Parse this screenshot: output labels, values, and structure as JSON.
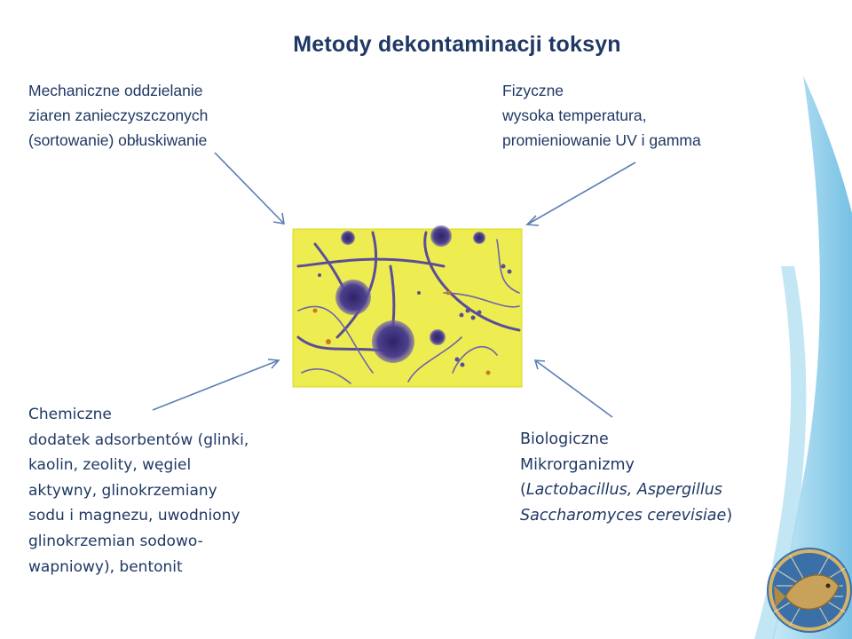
{
  "title": "Metody dekontaminacji toksyn",
  "mechanical": {
    "line1": "Mechaniczne oddzielanie",
    "line2": "ziaren zanieczyszczonych",
    "line3": "(sortowanie) obłuskiwanie"
  },
  "physical": {
    "heading": "Fizyczne",
    "line1": "wysoka temperatura,",
    "line2": "promieniowanie UV i gamma"
  },
  "chemical": {
    "heading": "Chemiczne",
    "line1": "dodatek adsorbentów (glinki,",
    "line2": "kaolin, zeolity, węgiel",
    "line3": "aktywny, glinokrzemiany",
    "line4": "sodu i magnezu, uwodniony",
    "line5": "glinokrzemian sodowo-",
    "line6": "wapniowy), bentonit"
  },
  "biological": {
    "heading": "Biologiczne",
    "line1": "Mikrorganizmy",
    "line2_open": "(",
    "line2_italic": "Lactobacillus, Aspergillus",
    "line3_italic": "Saccharomyces cerevisiae",
    "line3_close": ")"
  },
  "colors": {
    "text": "#1f3864",
    "arrow": "#5b7fb5",
    "micro_bg": "#ecec45",
    "fungus": "#4a3c86",
    "wave": "#7ec6e8"
  },
  "icons": {
    "center_image": "aspergillus-micrograph",
    "corner_logo": "fish-emblem-logo"
  }
}
